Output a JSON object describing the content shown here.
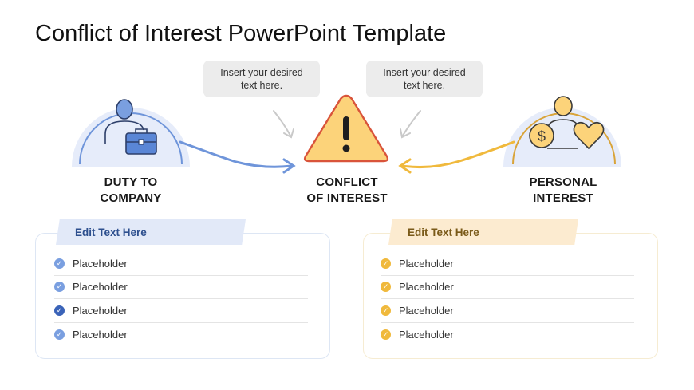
{
  "slide": {
    "title": "Conflict of Interest PowerPoint Template"
  },
  "bubbles": {
    "left": "Insert your desired text here.",
    "right": "Insert your desired text here."
  },
  "labels": {
    "duty_line1": "DUTY TO",
    "duty_line2": "COMPANY",
    "conflict_line1": "CONFLICT",
    "conflict_line2": "OF INTEREST",
    "personal_line1": "PERSONAL",
    "personal_line2": "INTEREST"
  },
  "icons": {
    "duty": "person-with-briefcase-icon",
    "conflict": "warning-triangle-icon",
    "personal": "person-with-money-and-heart-icon",
    "money_symbol": "$"
  },
  "panels": {
    "left": {
      "header": "Edit Text Here",
      "items": [
        "Placeholder",
        "Placeholder",
        "Placeholder",
        "Placeholder"
      ]
    },
    "right": {
      "header": "Edit Text Here",
      "items": [
        "Placeholder",
        "Placeholder",
        "Placeholder",
        "Placeholder"
      ]
    }
  },
  "colors": {
    "blue_accent": "#6f95da",
    "blue_dark": "#3a63b8",
    "yellow_accent": "#f0b93c",
    "warning_fill": "#fcd37a",
    "warning_stroke": "#d9543a"
  }
}
